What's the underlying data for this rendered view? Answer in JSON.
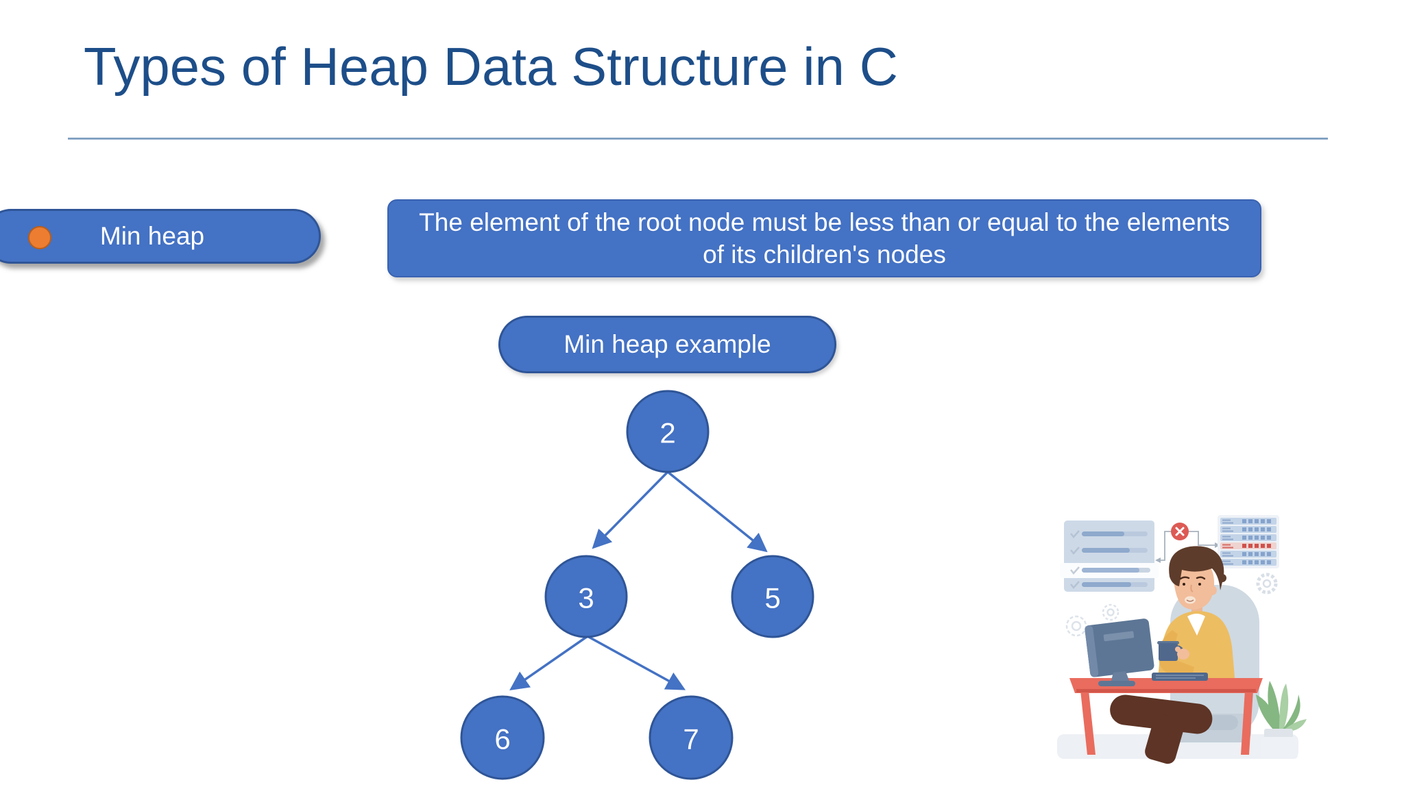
{
  "slide": {
    "title": "Types of Heap Data Structure in C",
    "heap_type_label": "Min heap",
    "rule_text": "The element of the root node must be less than or equal to the elements of its children's nodes",
    "example_label": "Min heap example"
  },
  "tree": {
    "description": "min-heap binary tree example",
    "nodes": [
      {
        "role": "root",
        "value": "2"
      },
      {
        "role": "left-child",
        "value": "3"
      },
      {
        "role": "right-child",
        "value": "5"
      },
      {
        "role": "left-left-grandchild",
        "value": "6"
      },
      {
        "role": "left-right-grandchild",
        "value": "7"
      }
    ],
    "edges": [
      {
        "from": "2",
        "to": "3"
      },
      {
        "from": "2",
        "to": "5"
      },
      {
        "from": "3",
        "to": "6"
      },
      {
        "from": "3",
        "to": "7"
      }
    ]
  },
  "colors": {
    "accent_blue": "#4472c4",
    "accent_blue_border": "#2f5597",
    "title_blue": "#1d4e89",
    "divider_blue": "#7f9dbe",
    "bullet_orange": "#ed7d31",
    "text_on_blue": "#ffffff",
    "background": "#ffffff"
  }
}
